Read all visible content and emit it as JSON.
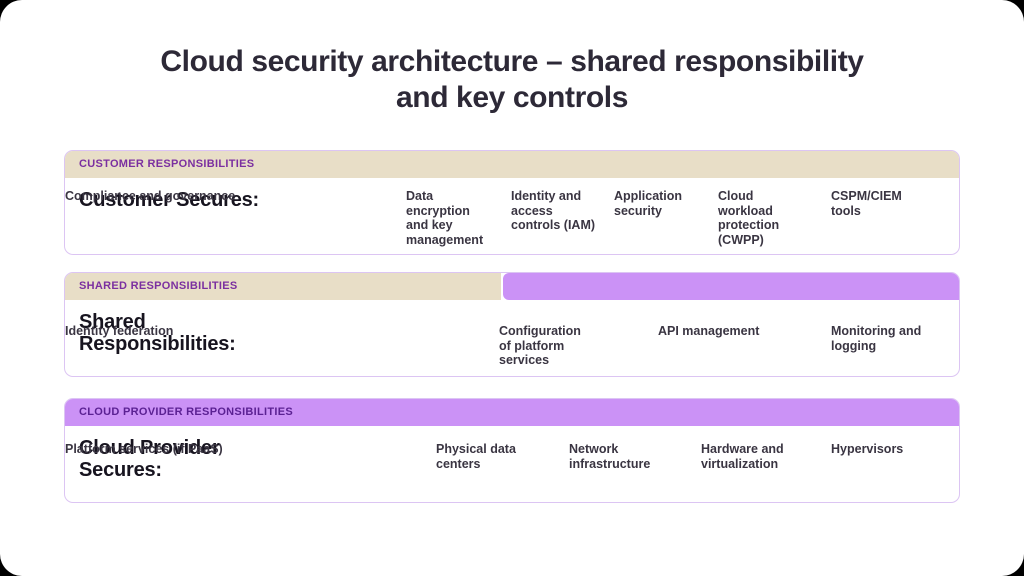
{
  "title": {
    "line1": "Cloud security architecture – shared responsibility",
    "line2": "and key controls"
  },
  "colors": {
    "background": "#000000",
    "card": "#ffffff",
    "tan_band": "#e8dec7",
    "purple_band": "#cb92f6",
    "band_text_on_tan": "#7b2fa0",
    "band_text_on_purple": "#5b2193",
    "box_border": "#dcc5f3",
    "title_text": "#2d2937",
    "label_text": "#17141f",
    "item_text": "#3a3542"
  },
  "sections": [
    {
      "id": "customer",
      "band_label": "CUSTOMER RESPONSIBILITIES",
      "band_style": "tan",
      "label": "Customer Secures:",
      "items": [
        "Data encryption and key management",
        "Identity and access controls (IAM)",
        "Application security",
        "Cloud workload protection (CWPP)",
        "CSPM/CIEM tools",
        "Compliance and governance"
      ]
    },
    {
      "id": "shared",
      "band_label": "SHARED RESPONSIBILITIES",
      "band_style": "split",
      "label": "Shared Responsibilities:",
      "items": [
        "Configuration of platform services",
        "API management",
        "Monitoring and logging",
        "Identity federation"
      ]
    },
    {
      "id": "provider",
      "band_label": "CLOUD PROVIDER RESPONSIBILITIES",
      "band_style": "purple",
      "label": "Cloud Provider Secures:",
      "items": [
        "Physical data centers",
        "Network infrastructure",
        "Hardware and virtualization",
        "Hypervisors",
        "Platform services (if PaaS)"
      ]
    }
  ]
}
